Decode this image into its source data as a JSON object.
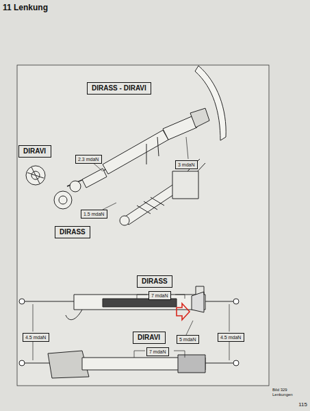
{
  "diagram": {
    "title": "11 Lenkung",
    "caption": "Bild 329 Lenkungen",
    "nodes": [
      {
        "text": [
          "DIRASS - DIRAVI"
        ]
      },
      {
        "text": [
          "3 mdaN"
        ]
      },
      {
        "text": [
          "DIRAVI"
        ]
      },
      {
        "text": [
          "2.3 mdaN"
        ]
      },
      {
        "text": [
          "1.5 mdaN"
        ]
      },
      {
        "text": [
          "DIRASS"
        ]
      },
      {
        "text": [
          "DIRASS"
        ]
      },
      {
        "text": [
          "7 mdaN"
        ]
      },
      {
        "text": [
          "4.5 mdaN"
        ]
      },
      {
        "text": [
          "DIRAVI"
        ]
      },
      {
        "text": [
          "5 mdaN"
        ]
      },
      {
        "text": [
          "4.5 mdaN"
        ]
      },
      {
        "text": [
          "7 mdaN"
        ]
      }
    ],
    "labels": [
      "115"
    ]
  }
}
